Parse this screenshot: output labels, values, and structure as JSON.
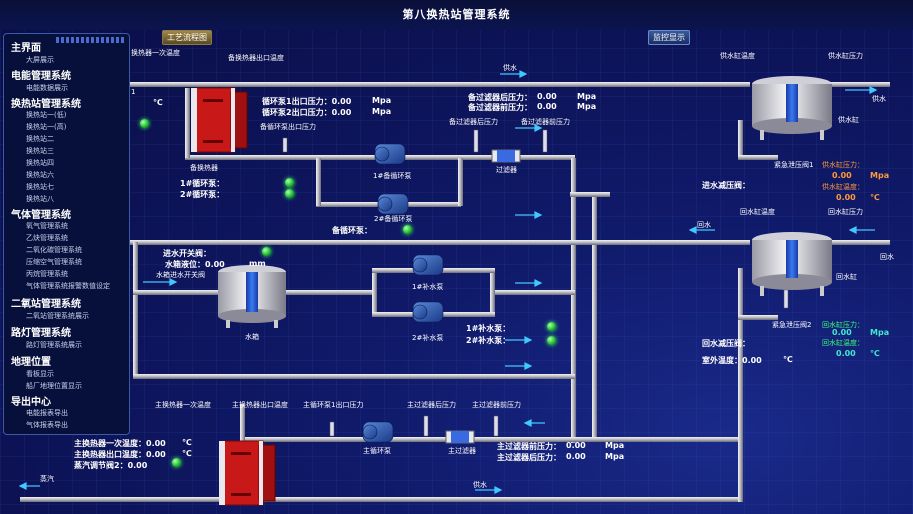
{
  "header": {
    "title": "第八换热站管理系统",
    "btn_process": "工艺流程图",
    "btn_monitor": "监控显示"
  },
  "sidebar": {
    "main": {
      "title": "主界面",
      "items": [
        "大屏展示"
      ]
    },
    "energy": {
      "title": "电能管理系统",
      "items": [
        "电能数据展示"
      ]
    },
    "heat": {
      "title": "换热站管理系统",
      "items": [
        "换热站一(低)",
        "换热站一(高)",
        "换热站二",
        "换热站三",
        "换热站四",
        "换热站六",
        "换热站七",
        "换热站八"
      ]
    },
    "gas": {
      "title": "气体管理系统",
      "items": [
        "氧气管理系统",
        "乙炔管理系统",
        "二氧化碳管理系统",
        "压缩空气管理系统",
        "丙烷管理系统",
        "气体管理系统报警数值设定"
      ]
    },
    "co2": {
      "title": "二氧站管理系统",
      "items": [
        "二氧站管理系统展示"
      ]
    },
    "street": {
      "title": "路灯管理系统",
      "items": [
        "路灯管理系统展示"
      ]
    },
    "geo": {
      "title": "地理位置",
      "items": [
        "看板显示",
        "船厂地理位置显示"
      ]
    },
    "export": {
      "title": "导出中心",
      "items": [
        "电能报表导出",
        "气体报表导出"
      ]
    }
  },
  "labels": {
    "l_prim_temp_top": "换热器一次温度",
    "l_prim_temp_val": "1",
    "l_unit_c_top": "℃",
    "l_spare_hx_out_temp": "备换热器出口温度",
    "l_spare_hx": "备换热器",
    "l_circ_pressure1": "循环泵1出口压力：0.00",
    "l_circ_pressure2": "循环泵2出口压力：0.00",
    "l_mpa1": "Mpa",
    "l_mpa2": "Mpa",
    "l_spare_circ_out_p": "备循环泵出口压力",
    "l_filter_after_p": "备过滤器后压力：",
    "l_filter_before_p": "备过滤器前压力：",
    "l_filter_after_v": "0.00",
    "l_filter_before_v": "0.00",
    "l_mpa3": "Mpa",
    "l_mpa4": "Mpa",
    "l_filter_after_p2": "备过滤器后压力",
    "l_filter_before_p2": "备过滤器前压力",
    "l_filter": "过滤器",
    "l_pump1_spare": "1#备循环泵",
    "l_pump2_spare": "2#备循环泵",
    "l_circ1": "1#循环泵：",
    "l_circ2": "2#循环泵：",
    "l_spare_circ": "备循环泵：",
    "l_supply1": "供水",
    "l_tank_temp": "供水缸温度",
    "l_tank_press": "供水缸压力",
    "l_supply2": "供水",
    "l_supply_tank": "供水缸",
    "l_emerg1": "紧急泄压阀1",
    "l_tank_press_lbl": "供水缸压力：",
    "l_tank_press_val": "0.00",
    "l_tank_press_unit": "Mpa",
    "l_tank_temp_lbl": "供水缸温度：",
    "l_tank_temp_val": "0.00",
    "l_tank_temp_unit": "℃",
    "l_inlet_reduce": "进水减压阀：",
    "l_return1": "回水",
    "l_ret_tank_temp": "回水缸温度",
    "l_ret_tank_press": "回水缸压力",
    "l_return2": "回水",
    "l_return_tank": "回水缸",
    "l_emerg2": "紧急泄压阀2",
    "l_ret_press_lbl": "回水缸压力：",
    "l_ret_press_val": "0.00",
    "l_ret_press_unit": "Mpa",
    "l_ret_temp_lbl": "回水缸温度：",
    "l_ret_temp_val": "0.00",
    "l_ret_temp_unit": "℃",
    "l_return_reduce": "回水减压阀：",
    "l_outdoor": "室外温度：0.00",
    "l_outdoor_unit": "℃",
    "l_inlet_valve": "进水开关阀：",
    "l_water_level": "水箱液位：0.00",
    "l_mm": "mm",
    "l_tank_switch": "水箱进水开关阀",
    "l_water_tank": "水箱",
    "l_makeup1": "1#补水泵",
    "l_makeup2": "2#补水泵",
    "l_makeup1s": "1#补水泵：",
    "l_makeup2s": "2#补水泵：",
    "l_main_prim_temp": "主换热器一次温度",
    "l_main_hx_out_temp": "主换热器出口温度",
    "l_main_circ_out_p": "主循环泵1出口压力",
    "l_main_filter_after": "主过滤器后压力",
    "l_main_filter_before": "主过滤器前压力",
    "l_main_circ": "主循环泵",
    "l_main_filter": "主过滤器",
    "l_mf_before": "主过滤器前压力：",
    "l_mf_after": "主过滤器后压力：",
    "l_mf_before_v": "0.00",
    "l_mf_after_v": "0.00",
    "l_mpa5": "Mpa",
    "l_mpa6": "Mpa",
    "l_main_prim_val": "主换热器一次温度：0.00",
    "l_main_out_val": "主换热器出口温度：0.00",
    "l_c1": "℃",
    "l_c2": "℃",
    "l_steam_valve": "蒸汽调节阀2：0.00",
    "l_steam": "蒸汽",
    "l_supply_bottom": "供水"
  },
  "colors": {
    "accent_blue": "#3a5aa8",
    "lamp_green": "#20c030",
    "hx_red": "#d42020"
  }
}
